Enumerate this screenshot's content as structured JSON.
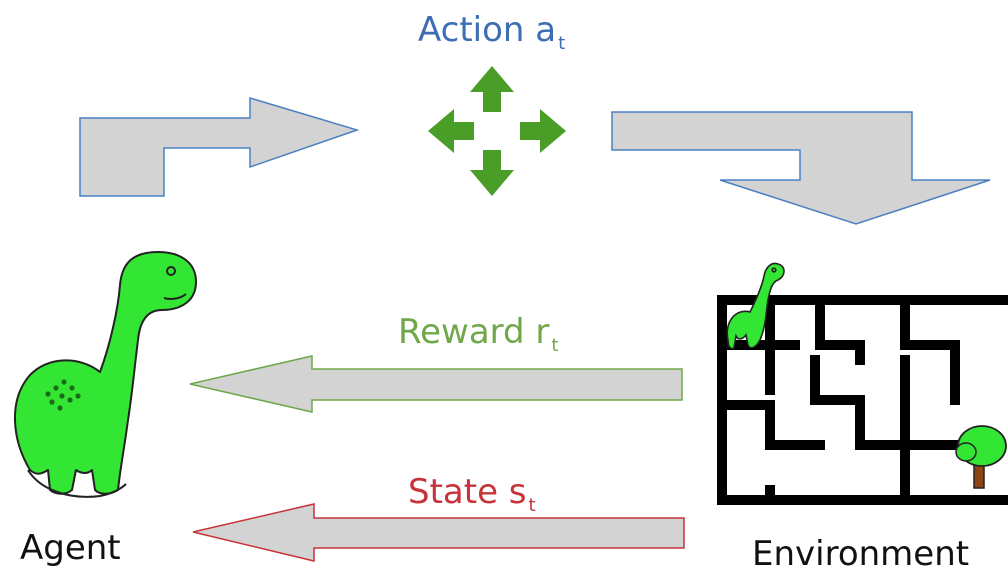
{
  "labels": {
    "action": {
      "text": "Action a",
      "sub": "t"
    },
    "reward": {
      "text": "Reward r",
      "sub": "t"
    },
    "state": {
      "text": "State s",
      "sub": "t"
    },
    "agent": "Agent",
    "environment": "Environment"
  },
  "colors": {
    "action": "#3d6eb4",
    "reward": "#6fa84a",
    "state": "#c8323a",
    "arrow_fill": "#d3d3d3",
    "arrow_stroke_action": "#4a80c0",
    "arrow_stroke_reward": "#6fa84a",
    "arrow_stroke_state": "#c8323a",
    "dino": "#33e633",
    "action_icon": "#4a9e28"
  },
  "icons": {
    "action": "four-way-move-icon",
    "agent": "dinosaur",
    "environment": "maze"
  }
}
